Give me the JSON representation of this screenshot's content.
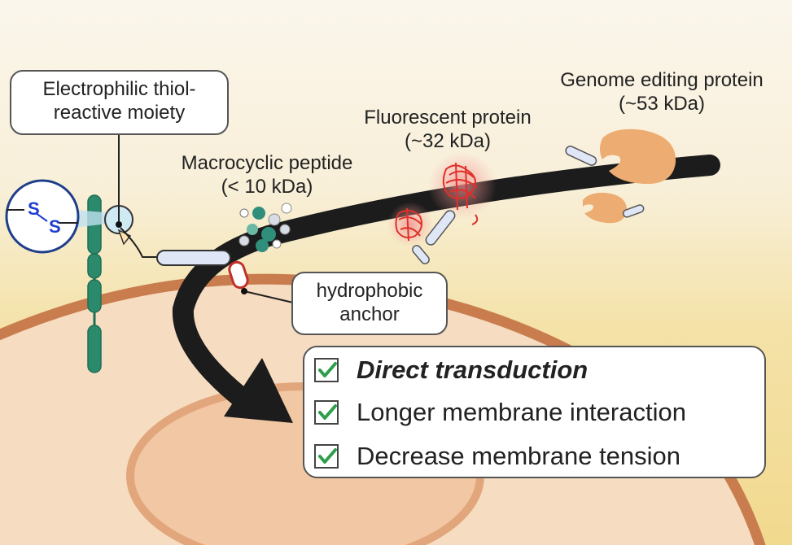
{
  "labels": {
    "electrophilic_line1": "Electrophilic thiol-",
    "electrophilic_line2": "reactive moiety",
    "macrocyclic_line1": "Macrocyclic peptide",
    "macrocyclic_line2": "(< 10 kDa)",
    "fluorescent_line1": "Fluorescent protein",
    "fluorescent_line2": "(~32 kDa)",
    "genome_line1": "Genome editing protein",
    "genome_line2": "(~53 kDa)",
    "hydrophobic_line1": "hydrophobic",
    "hydrophobic_line2": "anchor",
    "disulfide_s1": "S",
    "disulfide_s2": "S"
  },
  "checklist": [
    {
      "text": "Direct transduction",
      "checked": true
    },
    {
      "text": "Longer membrane interaction",
      "checked": true
    },
    {
      "text": "Decrease membrane tension",
      "checked": true
    }
  ],
  "colors": {
    "membrane": "#c97c4e",
    "cell_fill": "#f6dcc0",
    "nucleus_fill": "#f2c7a3",
    "receptor": "#2b8a6b",
    "protein_red": "#e0302a",
    "genome_protein": "#ecac72",
    "check_green": "#2e9e4a",
    "arrow": "#1c1c1c"
  }
}
